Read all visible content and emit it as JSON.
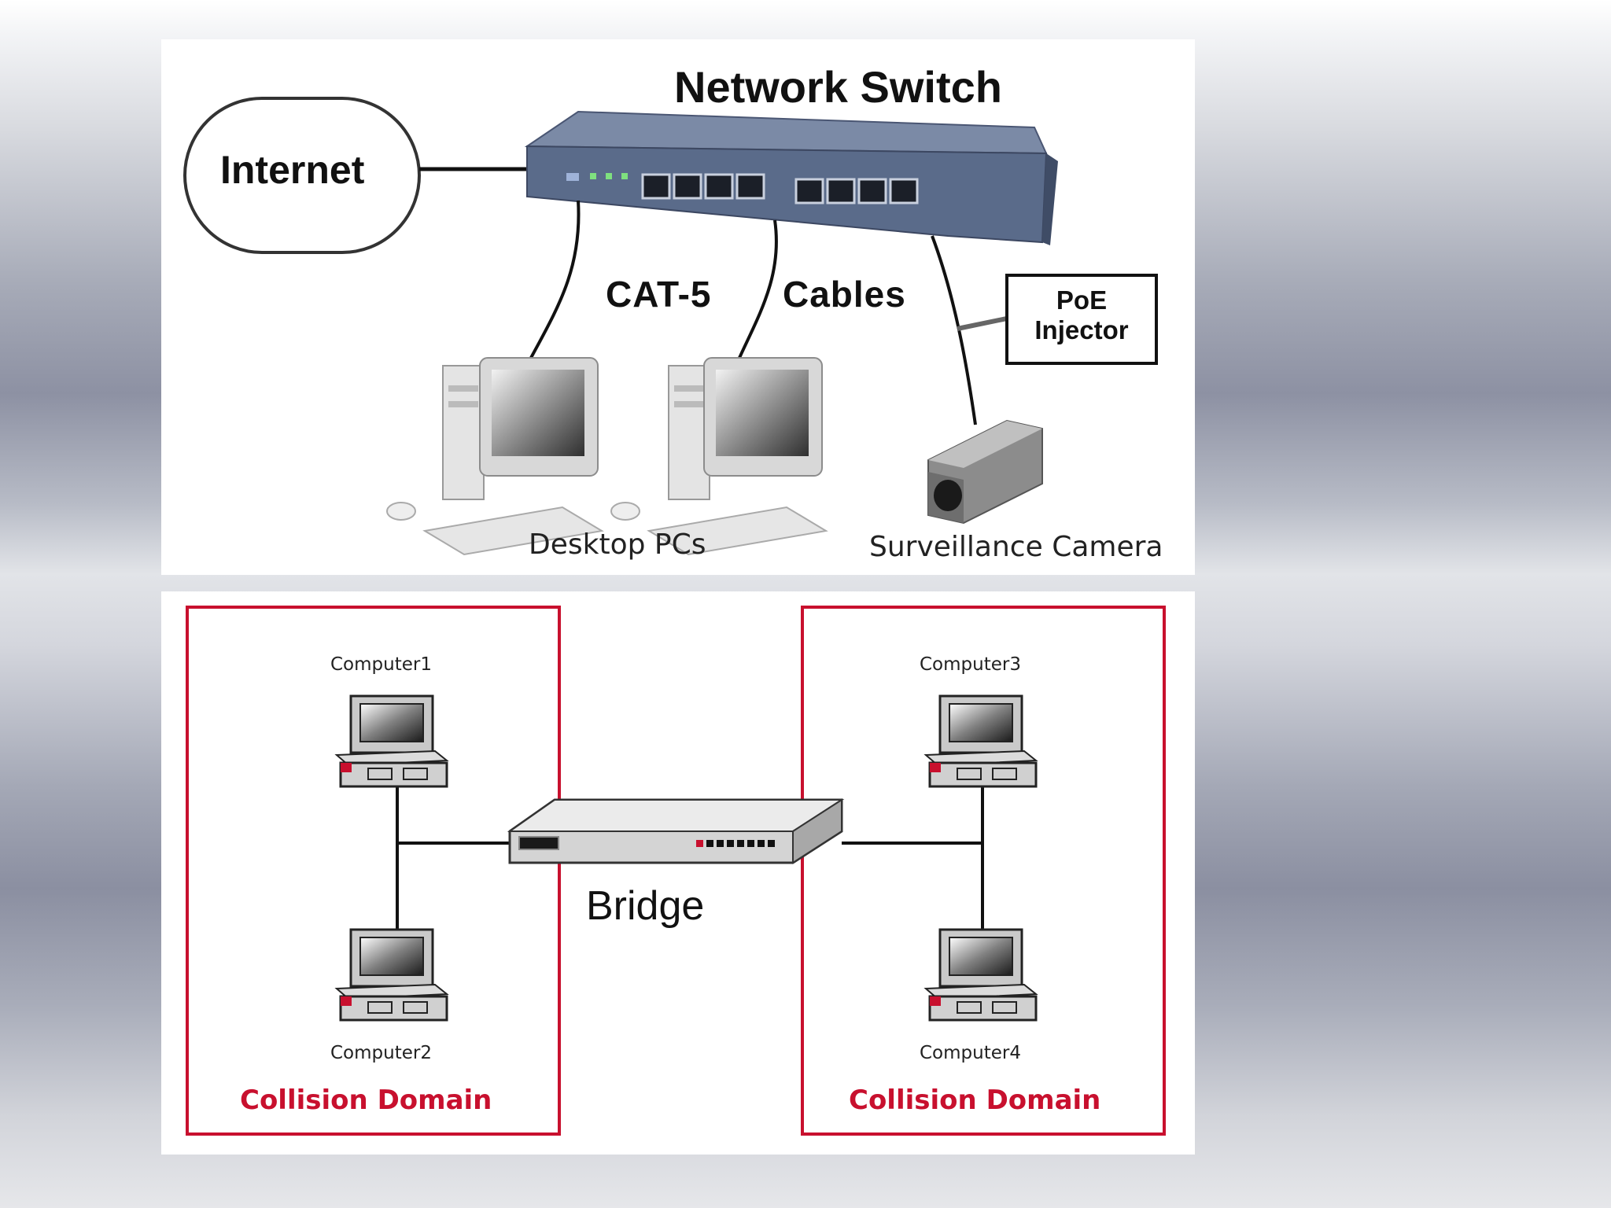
{
  "switch_diagram": {
    "title": "Network Switch",
    "internet_label": "Internet",
    "cable_label_1": "CAT-5",
    "cable_label_2": "Cables",
    "poe_line1": "PoE",
    "poe_line2": "Injector",
    "desktop_caption": "Desktop PCs",
    "camera_caption": "Surveillance Camera"
  },
  "bridge_diagram": {
    "computer1": "Computer1",
    "computer2": "Computer2",
    "computer3": "Computer3",
    "computer4": "Computer4",
    "bridge_label": "Bridge",
    "domain_left": "Collision Domain",
    "domain_right": "Collision Domain",
    "domain_color": "#c8102e"
  },
  "colors": {
    "switch_body": "#5a6b8a",
    "domain_border": "#c8102e"
  }
}
